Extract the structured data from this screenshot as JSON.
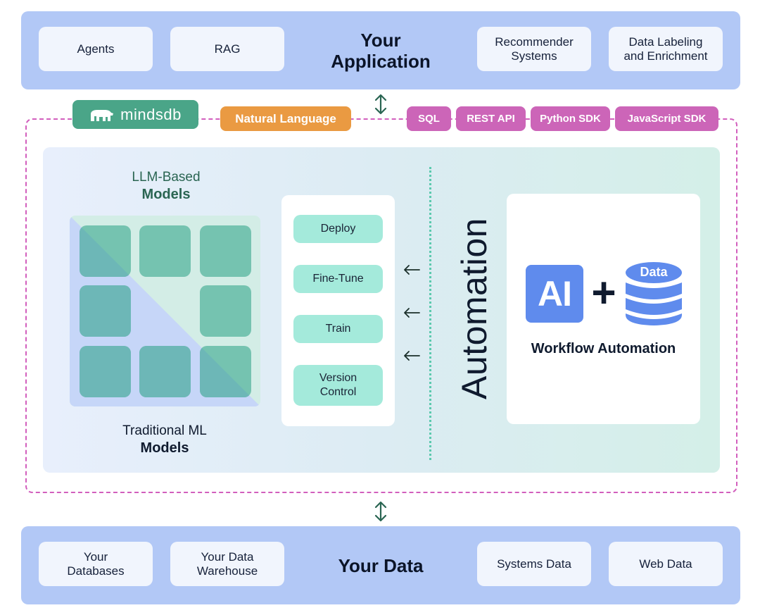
{
  "application": {
    "title": "Your\nApplication",
    "cards": [
      "Agents",
      "RAG",
      "Recommender\nSystems",
      "Data Labeling\nand Enrichment"
    ]
  },
  "interfaces": {
    "brand": "mindsdb",
    "natural_language": "Natural Language",
    "apis": [
      "SQL",
      "REST API",
      "Python SDK",
      "JavaScript SDK"
    ]
  },
  "models": {
    "llm_light": "LLM-Based",
    "llm_bold": "Models",
    "traditional_light": "Traditional ML",
    "traditional_bold": "Models"
  },
  "operations": [
    "Deploy",
    "Fine-Tune",
    "Train",
    "Version\nControl"
  ],
  "automation": {
    "vertical_label": "Automation",
    "ai_badge": "AI",
    "plus": "+",
    "data_badge": "Data",
    "title": "Workflow Automation"
  },
  "data_sources": {
    "title": "Your Data",
    "cards": [
      "Your\nDatabases",
      "Your Data\nWarehouse",
      "Systems Data",
      "Web Data"
    ]
  },
  "colors": {
    "band": "#b2c8f6",
    "brand_green": "#4aa588",
    "natural_language_orange": "#ea9a42",
    "api_magenta": "#cc65b8",
    "ai_blue": "#5f8bed",
    "operation_mint": "#a4eadb"
  }
}
